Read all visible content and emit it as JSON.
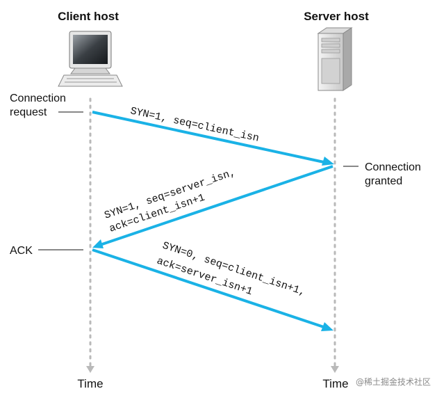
{
  "hosts": {
    "client_title": "Client host",
    "server_title": "Server host"
  },
  "client_events": {
    "connection_request": [
      "Connection",
      "request"
    ],
    "ack": "ACK"
  },
  "server_events": {
    "connection_granted": [
      "Connection",
      "granted"
    ]
  },
  "messages": [
    {
      "lines": [
        "SYN=1, seq=client_isn"
      ],
      "direction": "client-to-server"
    },
    {
      "lines": [
        "SYN=1, seq=server_isn,",
        "ack=client_isn+1"
      ],
      "direction": "server-to-client"
    },
    {
      "lines": [
        "SYN=0, seq=client_isn+1,",
        "ack=server_isn+1"
      ],
      "direction": "client-to-server"
    }
  ],
  "timeline": {
    "client_time": "Time",
    "server_time": "Time"
  },
  "watermark": "@稀土掘金技术社区",
  "colors": {
    "arrow": "#1ab2e6",
    "timeline": "#b9b9b9",
    "text": "#111111"
  }
}
